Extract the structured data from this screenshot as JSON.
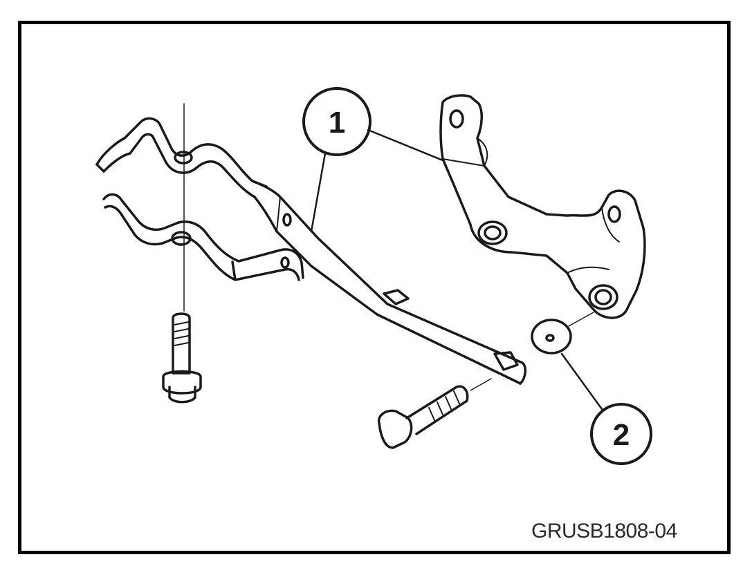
{
  "diagram": {
    "callouts": [
      {
        "id": "1",
        "label": "1"
      },
      {
        "id": "2",
        "label": "2"
      }
    ],
    "figure_code": "GRUSB1808-04",
    "colors": {
      "line": "#1a1a1a",
      "frame": "#000000",
      "background": "#ffffff"
    }
  }
}
